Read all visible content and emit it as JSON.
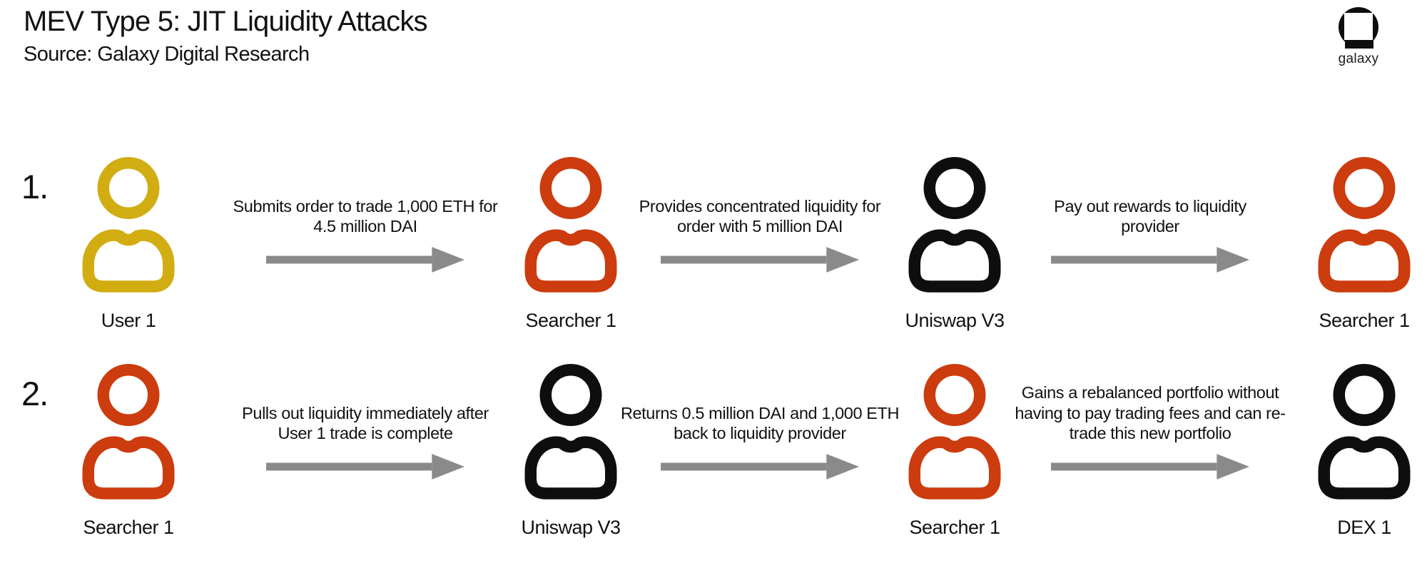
{
  "header": {
    "title": "MEV Type 5: JIT Liquidity Attacks",
    "source": "Source: Galaxy Digital Research",
    "logo_text": "galaxy"
  },
  "colors": {
    "user_yellow": "#d1ad12",
    "searcher_orange": "#cc3c0e",
    "platform_black": "#0e0e0e",
    "arrow_gray": "#8a8a8a"
  },
  "rows": [
    {
      "number": "1.",
      "nodes": [
        {
          "label": "User 1",
          "role": "user"
        },
        {
          "label": "Searcher 1",
          "role": "searcher"
        },
        {
          "label": "Uniswap V3",
          "role": "platform"
        },
        {
          "label": "Searcher 1",
          "role": "searcher"
        }
      ],
      "arrows": [
        "Submits order to trade 1,000 ETH for\n4.5 million DAI",
        "Provides concentrated liquidity for\norder with 5 million DAI",
        "Pay out rewards to liquidity\nprovider"
      ]
    },
    {
      "number": "2.",
      "nodes": [
        {
          "label": "Searcher 1",
          "role": "searcher"
        },
        {
          "label": "Uniswap V3",
          "role": "platform"
        },
        {
          "label": "Searcher 1",
          "role": "searcher"
        },
        {
          "label": "DEX 1",
          "role": "platform"
        }
      ],
      "arrows": [
        "Pulls out liquidity immediately after\nUser 1 trade is complete",
        "Returns 0.5 million DAI and 1,000 ETH\nback to liquidity provider",
        "Gains a rebalanced portfolio without\nhaving to pay trading fees and can re-\ntrade this new portfolio"
      ]
    }
  ]
}
